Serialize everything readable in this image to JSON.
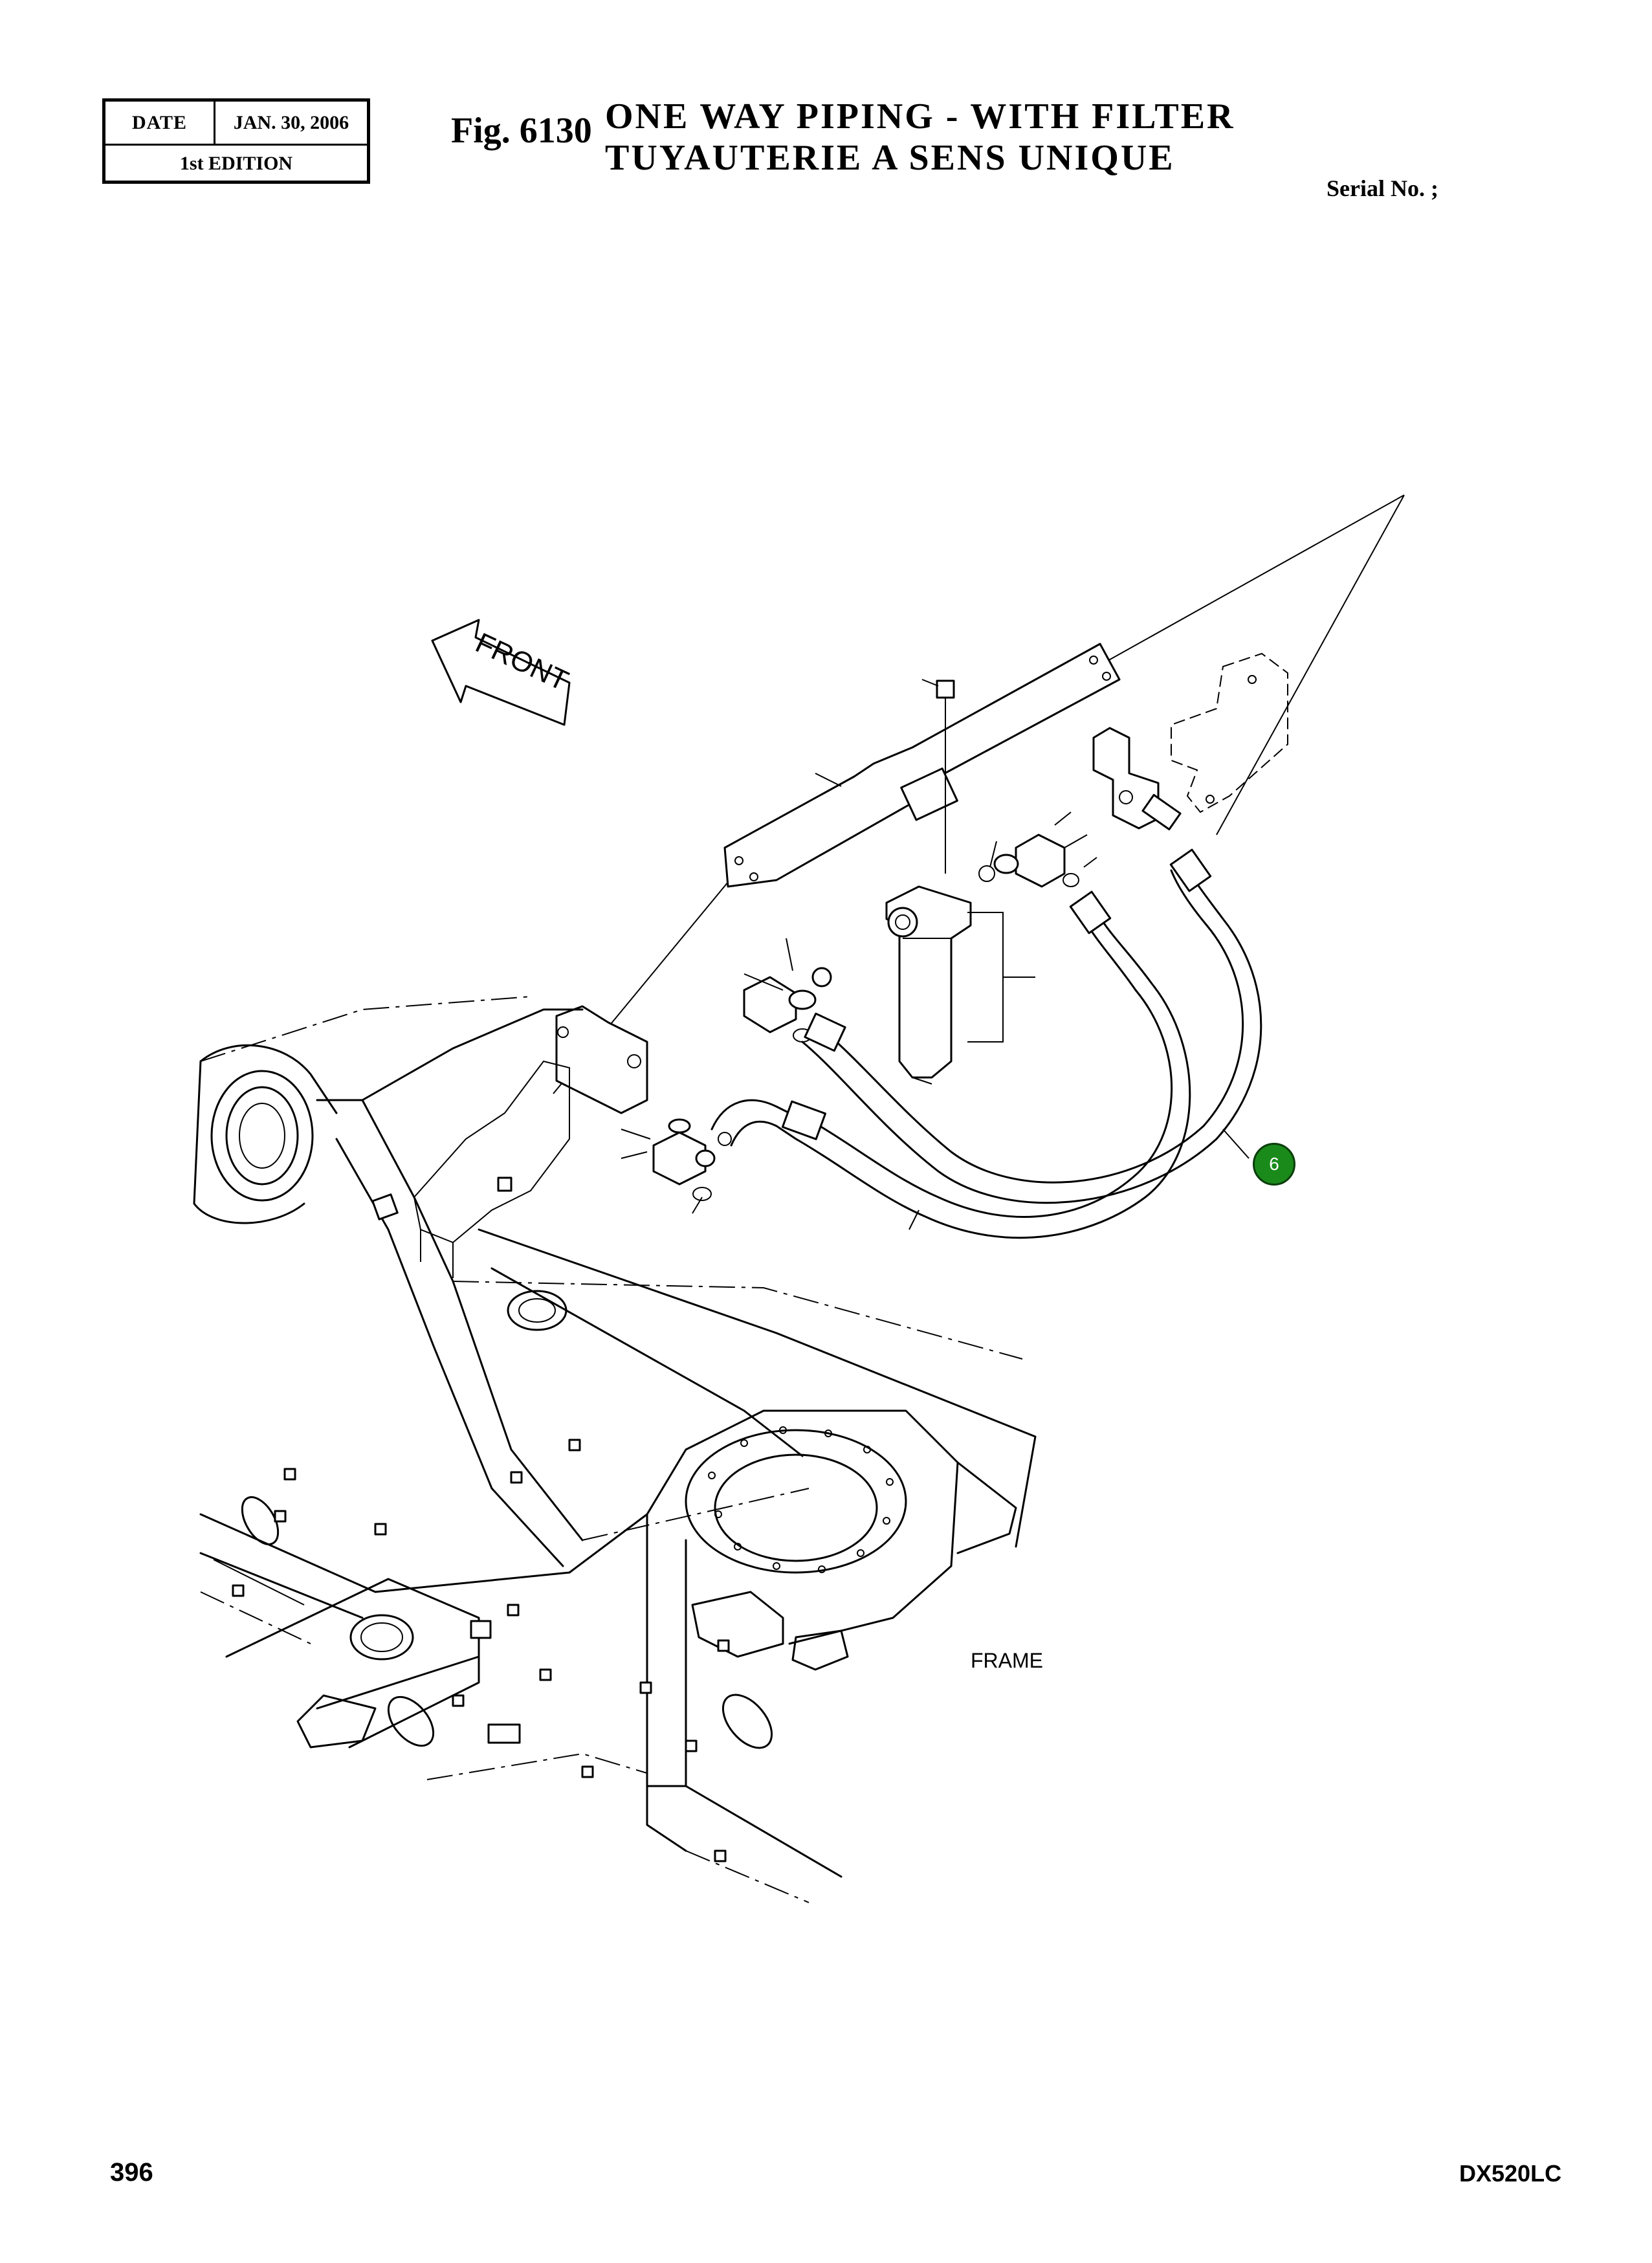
{
  "header": {
    "date_label": "DATE",
    "date_value": "JAN. 30, 2006",
    "edition": "1st EDITION",
    "fig_label": "Fig. 6130",
    "title_en": "ONE WAY PIPING - WITH FILTER",
    "title_fr": "TUYAUTERIE A SENS UNIQUE",
    "serial": "Serial No. ;"
  },
  "diagram": {
    "direction_label": "FRONT",
    "frame_label": "FRAME",
    "callouts": [
      "6"
    ],
    "callout_color": "#1a8a1a"
  },
  "footer": {
    "page_number": "396",
    "model": "DX520LC"
  }
}
